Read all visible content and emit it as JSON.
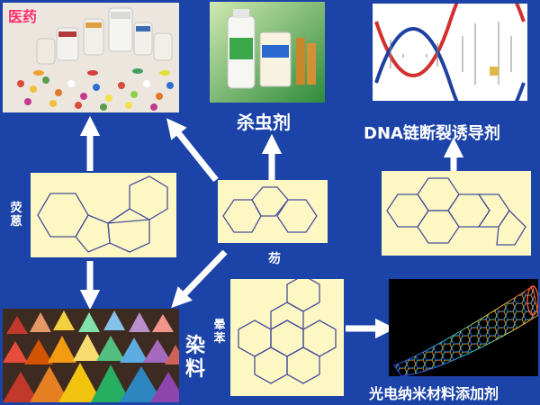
{
  "labels": {
    "medicine": "医药",
    "pesticide": "杀虫剂",
    "dna": "DNA链断裂诱导剂",
    "dye": "染料",
    "nano": "光电纳米材料添加剂",
    "fluoranthene": "荧蒽",
    "fluorene": "芴",
    "coronene": "晕苯"
  },
  "colors": {
    "background": "#1b43a8",
    "molecule_panel": "#fdf7c4",
    "bond": "#4a4f9a",
    "arrow": "#ffffff"
  }
}
